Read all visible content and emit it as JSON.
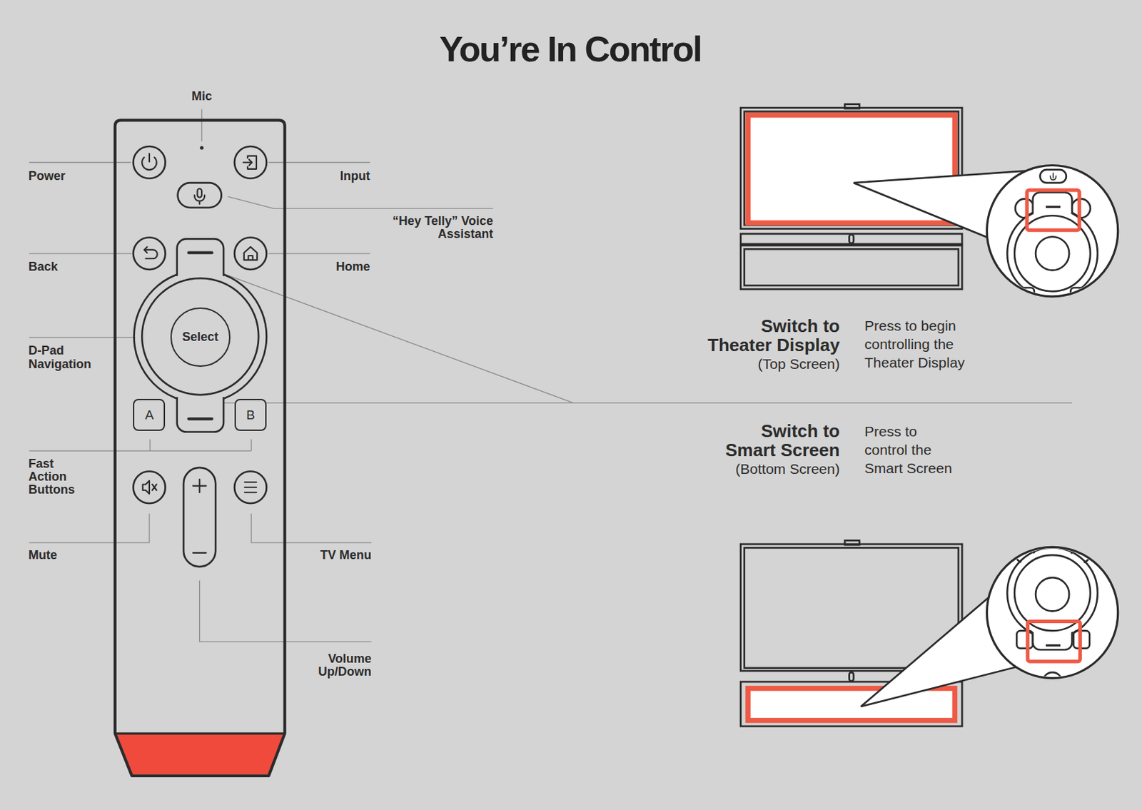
{
  "diagram": {
    "title": "You’re In Control",
    "nodes": [
      {
        "text": [
          "Select"
        ]
      },
      {
        "text": [
          "A"
        ]
      },
      {
        "text": [
          "B"
        ]
      }
    ],
    "labels": [
      "Mic",
      "Power",
      "Input",
      "“Hey Telly” Voice Assistant",
      "Back",
      "Home",
      "D-Pad Navigation",
      "Fast Action Buttons",
      "Mute",
      "TV Menu",
      "Volume Up/Down",
      "Switch to Theater Display",
      "(Top Screen)",
      "Press to begin controlling the Theater Display",
      "Switch to Smart Screen",
      "(Bottom Screen)",
      "Press to control the Smart Screen"
    ]
  }
}
